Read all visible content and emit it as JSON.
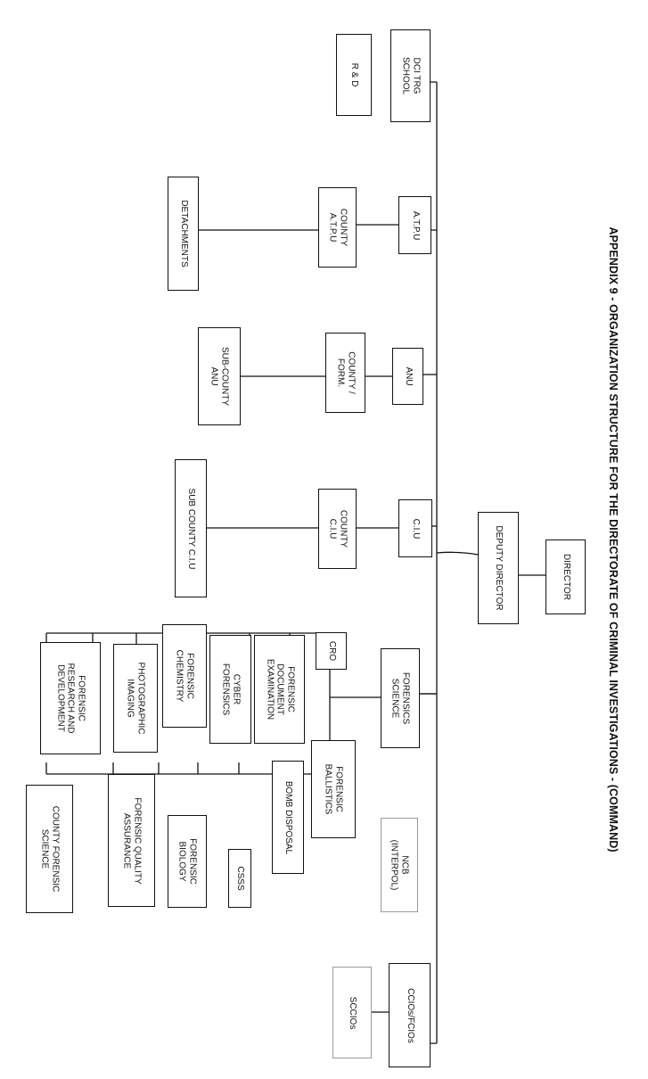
{
  "title": "APPENDIX 9 - ORGANIZATION STRUCTURE FOR THE DIRECTORATE OF CRIMINAL INVESTIGATIONS - (COMMAND)",
  "nodes": {
    "director": "DIRECTOR",
    "deputy_director": "DEPUTY DIRECTOR",
    "dci_trg_school": "DCI TRG\nSCHOOL",
    "r_and_d": "R & D",
    "atpu": "A.T.P.U",
    "county_atpu": "COUNTY\nA.T.P.U",
    "detachments": "DETACHMENTS",
    "anu": "ANU",
    "county_form": "COUNTY /\nFORM.",
    "sub_county_anu": "SUB-COUNTY\nANU",
    "ciu": "C.I.U",
    "county_ciu": "COUNTY\nC.I.U",
    "sub_county_ciu": "SUB COUNTY C.I.U",
    "forensics_science": "FORENSICS\nSCIENCE",
    "cro": "CRO",
    "forensic_document_examination": "FORENSIC\nDOCUMENT\nEXAMINATION",
    "cyber_forensics": "CYBER\nFORENSICS",
    "forensic_chemistry": "FORENSIC\nCHEMISTRY",
    "photographic_imaging": "PHOTOGRAPHIC\nIMAGING",
    "forensic_research_development": "FORENSIC\nRESEARCH AND\nDEVELOPMENT",
    "forensic_ballistics": "FORENSIC\nBALLISTICS",
    "bomb_disposal": "BOMB DISPOSAL",
    "csss": "CSSS",
    "forensic_biology": "FORENSIC\nBIOLOGY",
    "forensic_quality_assurance": "FORENSIC QUALITY\nASSURANCE",
    "county_forensic_science": "COUNTY FORENSIC\nSCIENCE",
    "ncb_interpol": "NCB\n(INTERPOL)",
    "cclos_fclos": "CCIOs/FCIOs",
    "scclos": "SCCIOs"
  }
}
